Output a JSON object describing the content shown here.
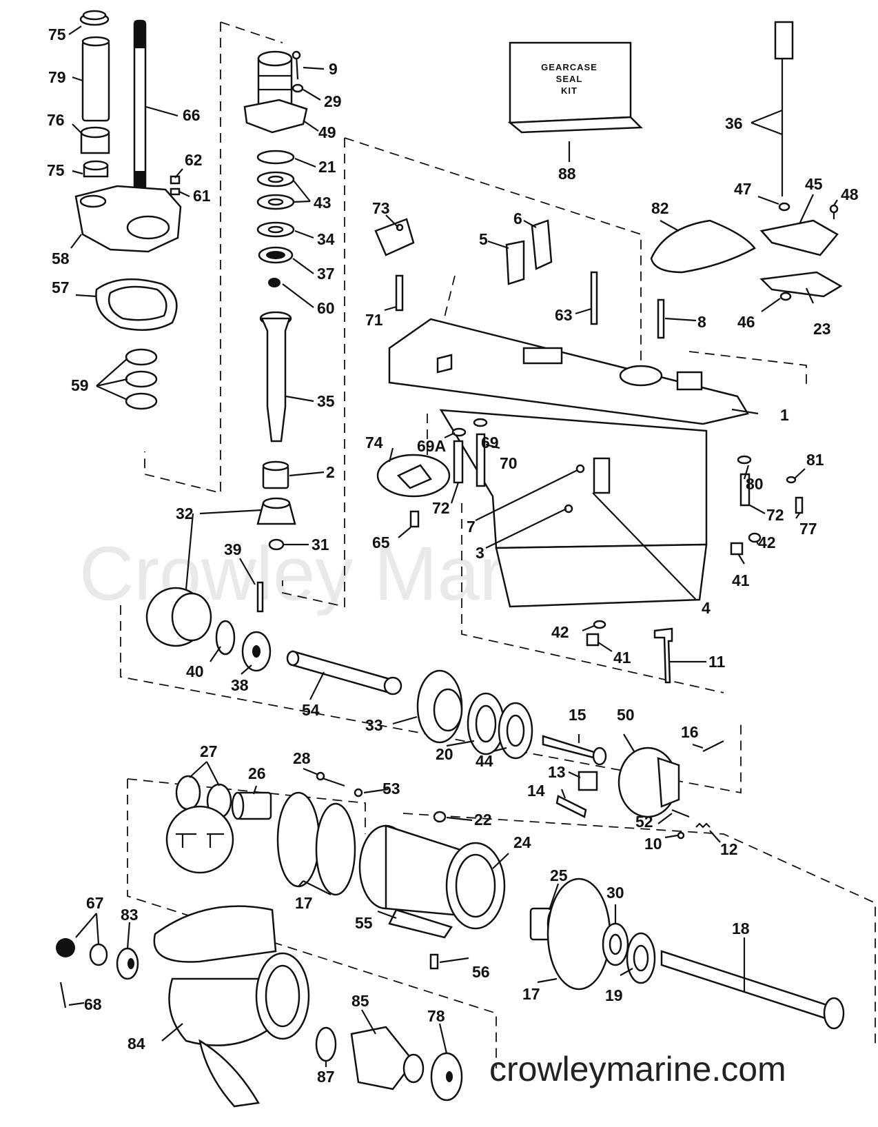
{
  "watermark": "Crowley Marine",
  "website": "crowleymarine.com",
  "kit_box": {
    "lines": [
      "GEARCASE",
      "SEAL",
      "KIT"
    ]
  },
  "labels": [
    {
      "id": "75a",
      "text": "75"
    },
    {
      "id": "79",
      "text": "79"
    },
    {
      "id": "76",
      "text": "76"
    },
    {
      "id": "75b",
      "text": "75"
    },
    {
      "id": "66",
      "text": "66"
    },
    {
      "id": "62",
      "text": "62"
    },
    {
      "id": "61",
      "text": "61"
    },
    {
      "id": "58",
      "text": "58"
    },
    {
      "id": "57",
      "text": "57"
    },
    {
      "id": "59",
      "text": "59"
    },
    {
      "id": "9",
      "text": "9"
    },
    {
      "id": "29",
      "text": "29"
    },
    {
      "id": "49",
      "text": "49"
    },
    {
      "id": "21",
      "text": "21"
    },
    {
      "id": "43",
      "text": "43"
    },
    {
      "id": "34",
      "text": "34"
    },
    {
      "id": "37",
      "text": "37"
    },
    {
      "id": "60",
      "text": "60"
    },
    {
      "id": "35",
      "text": "35"
    },
    {
      "id": "2",
      "text": "2"
    },
    {
      "id": "32",
      "text": "32"
    },
    {
      "id": "31",
      "text": "31"
    },
    {
      "id": "39",
      "text": "39"
    },
    {
      "id": "40",
      "text": "40"
    },
    {
      "id": "38",
      "text": "38"
    },
    {
      "id": "54",
      "text": "54"
    },
    {
      "id": "33",
      "text": "33"
    },
    {
      "id": "20",
      "text": "20"
    },
    {
      "id": "44",
      "text": "44"
    },
    {
      "id": "88",
      "text": "88"
    },
    {
      "id": "73",
      "text": "73"
    },
    {
      "id": "71",
      "text": "71"
    },
    {
      "id": "5",
      "text": "5"
    },
    {
      "id": "6",
      "text": "6"
    },
    {
      "id": "63",
      "text": "63"
    },
    {
      "id": "82",
      "text": "82"
    },
    {
      "id": "8",
      "text": "8"
    },
    {
      "id": "36",
      "text": "36"
    },
    {
      "id": "47",
      "text": "47"
    },
    {
      "id": "45",
      "text": "45"
    },
    {
      "id": "48",
      "text": "48"
    },
    {
      "id": "46",
      "text": "46"
    },
    {
      "id": "23",
      "text": "23"
    },
    {
      "id": "1",
      "text": "1"
    },
    {
      "id": "74",
      "text": "74"
    },
    {
      "id": "69A",
      "text": "69A"
    },
    {
      "id": "69",
      "text": "69"
    },
    {
      "id": "70",
      "text": "70"
    },
    {
      "id": "72a",
      "text": "72"
    },
    {
      "id": "65",
      "text": "65"
    },
    {
      "id": "7",
      "text": "7"
    },
    {
      "id": "3",
      "text": "3"
    },
    {
      "id": "4",
      "text": "4"
    },
    {
      "id": "80",
      "text": "80"
    },
    {
      "id": "81",
      "text": "81"
    },
    {
      "id": "72b",
      "text": "72"
    },
    {
      "id": "77",
      "text": "77"
    },
    {
      "id": "42a",
      "text": "42"
    },
    {
      "id": "41a",
      "text": "41"
    },
    {
      "id": "42b",
      "text": "42"
    },
    {
      "id": "41b",
      "text": "41"
    },
    {
      "id": "11",
      "text": "11"
    },
    {
      "id": "15",
      "text": "15"
    },
    {
      "id": "50",
      "text": "50"
    },
    {
      "id": "16",
      "text": "16"
    },
    {
      "id": "13",
      "text": "13"
    },
    {
      "id": "14",
      "text": "14"
    },
    {
      "id": "52",
      "text": "52"
    },
    {
      "id": "10",
      "text": "10"
    },
    {
      "id": "12",
      "text": "12"
    },
    {
      "id": "27",
      "text": "27"
    },
    {
      "id": "26",
      "text": "26"
    },
    {
      "id": "28",
      "text": "28"
    },
    {
      "id": "53",
      "text": "53"
    },
    {
      "id": "22",
      "text": "22"
    },
    {
      "id": "24",
      "text": "24"
    },
    {
      "id": "17a",
      "text": "17"
    },
    {
      "id": "25",
      "text": "25"
    },
    {
      "id": "30",
      "text": "30"
    },
    {
      "id": "18",
      "text": "18"
    },
    {
      "id": "55",
      "text": "55"
    },
    {
      "id": "56",
      "text": "56"
    },
    {
      "id": "17b",
      "text": "17"
    },
    {
      "id": "19",
      "text": "19"
    },
    {
      "id": "67",
      "text": "67"
    },
    {
      "id": "83",
      "text": "83"
    },
    {
      "id": "68",
      "text": "68"
    },
    {
      "id": "84",
      "text": "84"
    },
    {
      "id": "85",
      "text": "85"
    },
    {
      "id": "78",
      "text": "78"
    },
    {
      "id": "87",
      "text": "87"
    }
  ]
}
